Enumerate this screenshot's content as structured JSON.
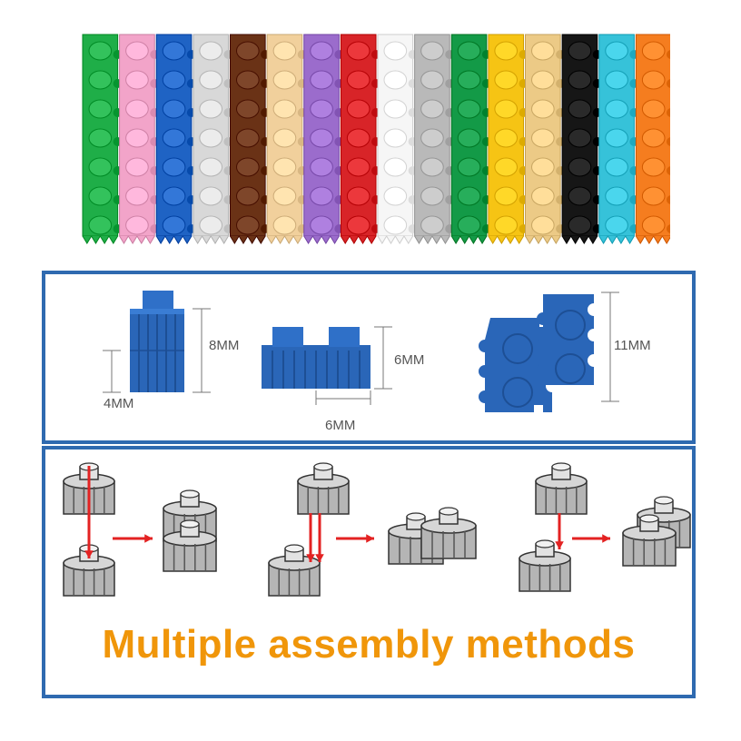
{
  "strip": {
    "colors": [
      "#1fae48",
      "#f2a4c9",
      "#1f63c4",
      "#d8d8d8",
      "#6a3216",
      "#f1d09c",
      "#9b6ccc",
      "#d82428",
      "#f6f6f6",
      "#b9b9b9",
      "#139a47",
      "#f6c414",
      "#ecca86",
      "#161616",
      "#36c2d9",
      "#f57d1f"
    ]
  },
  "dimensions": {
    "height_label": "8MM",
    "base_label": "4MM",
    "width_label": "6MM",
    "pitch_label": "6MM",
    "tile_label": "11MM",
    "brick_color": "#2a66b8"
  },
  "assembly": {
    "caption": "Multiple assembly methods",
    "arrow_color": "#e32222",
    "caption_color": "#f0960a"
  },
  "frame_color": "#2f6ab0"
}
